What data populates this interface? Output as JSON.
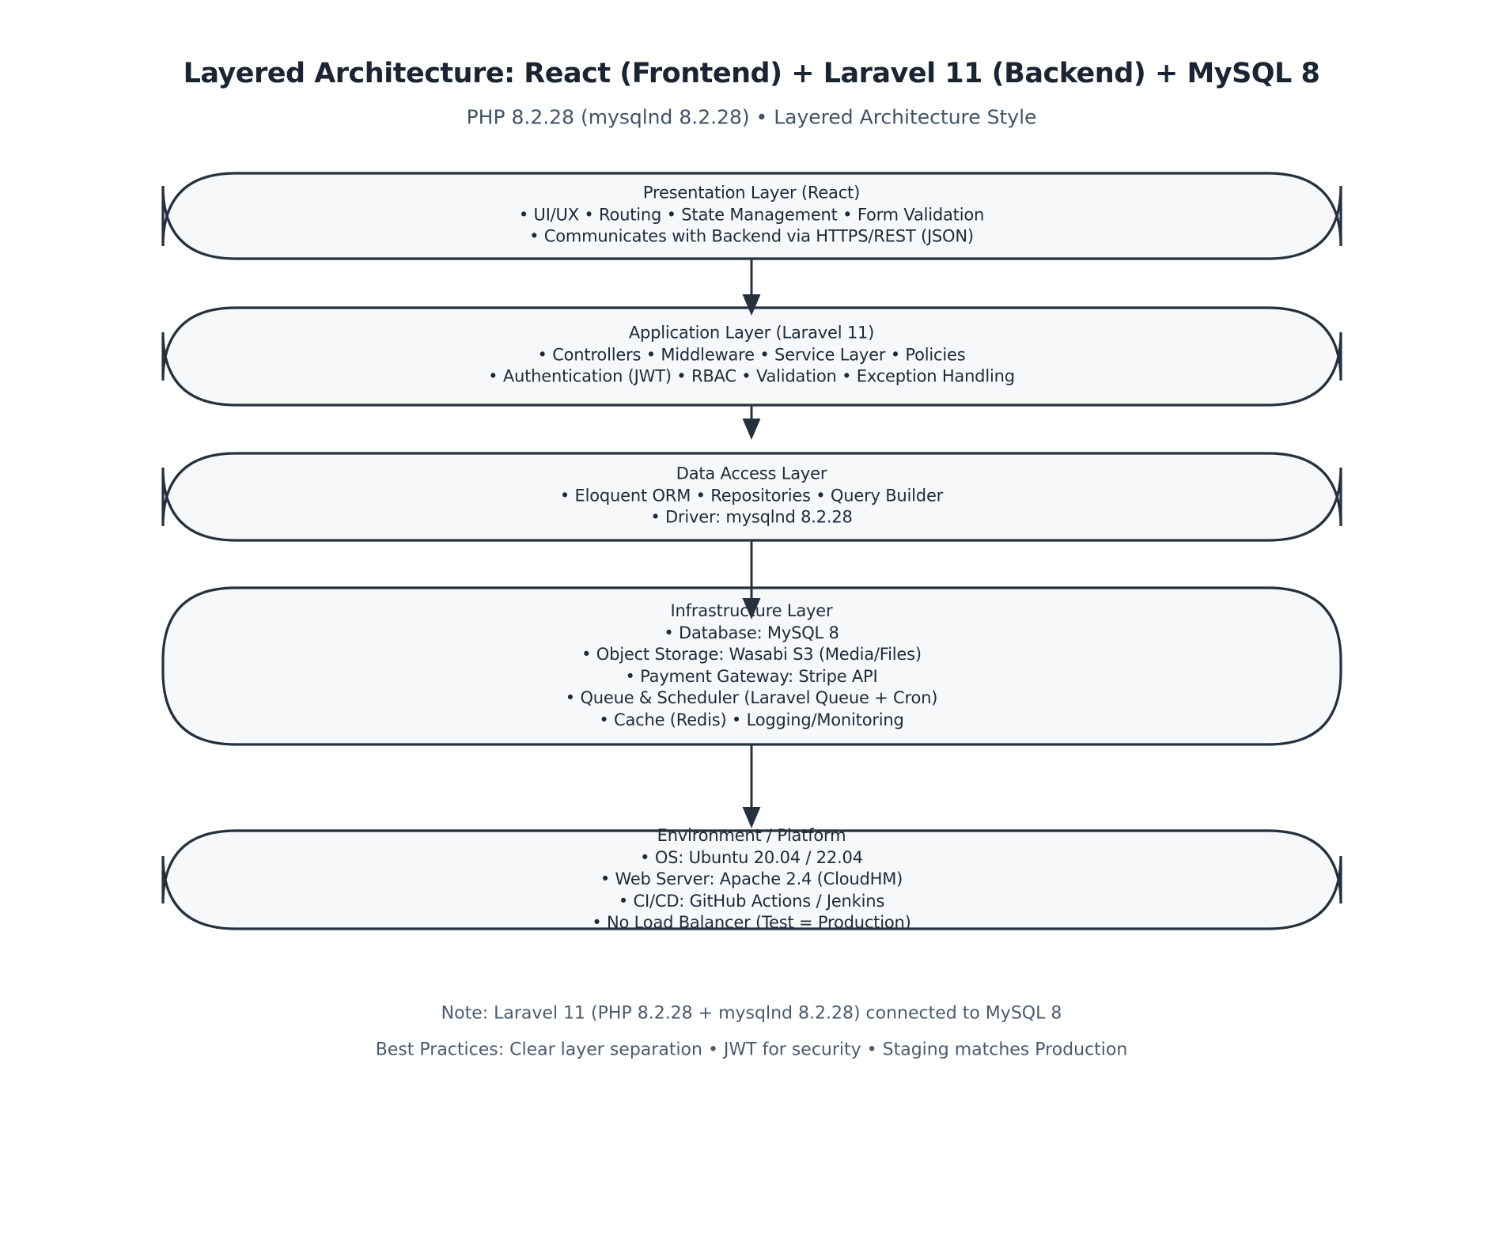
{
  "title": "Layered Architecture: React (Frontend) + Laravel 11 (Backend) + MySQL 8",
  "subtitle": "PHP 8.2.28 (mysqlnd 8.2.28) • Layered Architecture Style",
  "colors": {
    "border": "#263140",
    "box_fill": "#f7f8fa",
    "box_text": "#1e2a3a",
    "title_text": "#1a2433",
    "subtitle_text": "#415368",
    "note_text": "#4a5a6e",
    "background": "#ffffff"
  },
  "layers": [
    {
      "id": "presentation",
      "lines": [
        "Presentation Layer (React)",
        "• UI/UX • Routing • State Management • Form Validation",
        "• Communicates with Backend via HTTPS/REST (JSON)"
      ]
    },
    {
      "id": "application",
      "lines": [
        "Application Layer (Laravel 11)",
        "• Controllers • Middleware • Service Layer • Policies",
        "• Authentication (JWT) • RBAC • Validation • Exception Handling"
      ]
    },
    {
      "id": "data-access",
      "lines": [
        "Data Access Layer",
        "• Eloquent ORM • Repositories • Query Builder",
        "• Driver: mysqlnd 8.2.28"
      ]
    },
    {
      "id": "infrastructure",
      "lines": [
        "Infrastructure Layer",
        "• Database: MySQL 8",
        "• Object Storage: Wasabi S3 (Media/Files)",
        "• Payment Gateway: Stripe API",
        "• Queue & Scheduler (Laravel Queue + Cron)",
        "• Cache (Redis) • Logging/Monitoring"
      ]
    },
    {
      "id": "environment",
      "lines": [
        "Environment / Platform",
        "• OS: Ubuntu 20.04 / 22.04",
        "• Web Server: Apache 2.4 (CloudHM)",
        "• CI/CD: GitHub Actions / Jenkins",
        "• No Load Balancer (Test = Production)"
      ]
    }
  ],
  "notes": [
    "Note: Laravel 11 (PHP 8.2.28 + mysqlnd 8.2.28) connected to MySQL 8",
    "Best Practices: Clear layer separation • JWT for security • Staging matches Production"
  ]
}
